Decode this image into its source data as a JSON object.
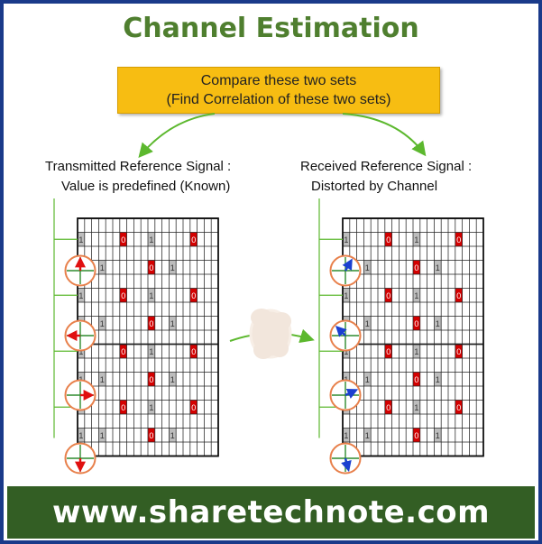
{
  "title": "Channel Estimation",
  "compare_box": {
    "line1": "Compare these two sets",
    "line2": "(Find Correlation of these two sets)"
  },
  "transmitted": {
    "line1": "Transmitted Reference Signal :",
    "line2": "Value is predefined  (Known)"
  },
  "received": {
    "line1": "Received Reference Signal :",
    "line2": "Distorted by Channel"
  },
  "cell_labels": {
    "one": "1",
    "zero": "0"
  },
  "footer": "www.sharetechnote.com",
  "colors": {
    "title": "#4f7f2f",
    "box": "#f7bd12",
    "footer_bg": "#335e24",
    "frame": "#1a3a8a",
    "arrow_green": "#5cb82e",
    "zero_cell": "#d40000",
    "one_cell": "#bdbdbd",
    "circle": "#e8804b",
    "tx_vector": "#e01010",
    "rx_vector": "#1a3fd0"
  },
  "icons": [
    "curved-arrow-icon",
    "cloud-icon",
    "phase-vector-icon"
  ]
}
